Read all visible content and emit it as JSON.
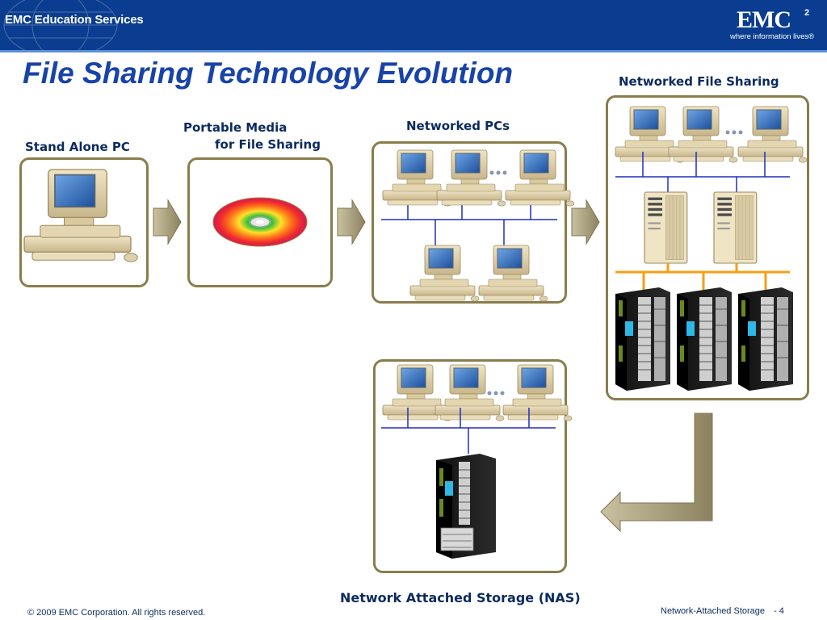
{
  "header": {
    "edu_logo": "EMC Education Services",
    "emc_logo": "EMC",
    "emc_superscript": "2",
    "emc_tagline": "where information lives®"
  },
  "title": "File Sharing Technology Evolution",
  "stages": {
    "standalone": "Stand Alone PC",
    "portable_line1": "Portable Media",
    "portable_line2": "for File Sharing",
    "networked_pcs": "Networked PCs",
    "networked_file_sharing": "Networked File Sharing",
    "nas": "Network Attached Storage (NAS)"
  },
  "footer": {
    "copyright": "© 2009 EMC Corporation. All rights reserved.",
    "topic": "Network-Attached Storage",
    "page": "- 4"
  },
  "colors": {
    "header_bg": "#0a3d8f",
    "title": "#1843a8",
    "frame_border": "#8a7d4c",
    "network_line": "#1f2fbf",
    "san_line": "#f4a014"
  },
  "icons": [
    "desktop-pc-icon",
    "cd-disc-icon",
    "server-tower-icon",
    "storage-rack-icon",
    "nas-device-icon",
    "arrow-right-icon",
    "ellipsis-icon"
  ]
}
